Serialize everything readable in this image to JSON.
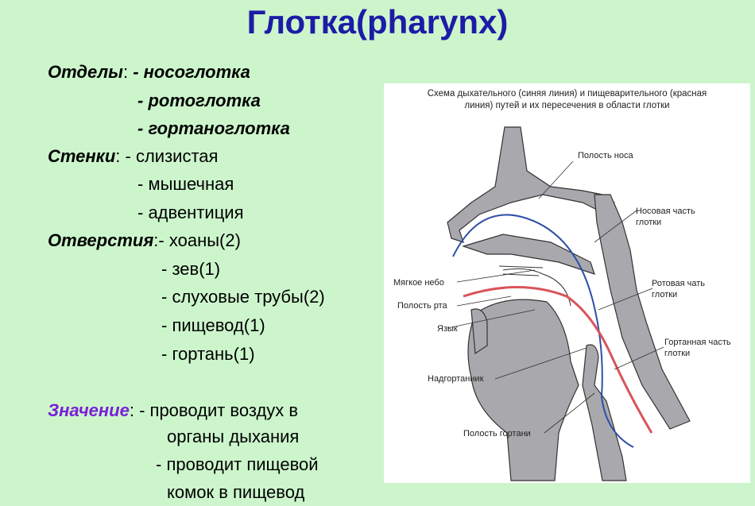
{
  "title": "Глотка(pharynx)",
  "sections": {
    "otdely": {
      "label": "Отделы",
      "items": [
        "- носоглотка",
        "- ротоглотка",
        "- гортаноглотка"
      ]
    },
    "stenki": {
      "label": "Стенки",
      "items": [
        "- слизистая",
        "- мышечная",
        "- адвентиция"
      ]
    },
    "otverstiya": {
      "label": "Отверстия",
      "items": [
        "- хоаны(2)",
        "- зев(1)",
        "- слуховые трубы(2)",
        "-  пищевод(1)",
        "- гортань(1)"
      ]
    },
    "znachenie": {
      "label": "Значение",
      "items": [
        "- проводит воздух в",
        "органы дыхания",
        "- проводит пищевой",
        "комок в пищевод"
      ]
    }
  },
  "diagram": {
    "caption_line1": "Схема дыхательного (синяя линия) и пищеварительного (красная",
    "caption_line2": "линия) путей и их пересечения в области глотки",
    "labels": {
      "nasal_cavity": "Полость носа",
      "nasopharynx_1": "Носовая часть",
      "nasopharynx_2": "глотки",
      "soft_palate": "Мягкое небо",
      "oral_cavity": "Полость рта",
      "tongue": "Язык",
      "oropharynx_1": "Ротовая чать",
      "oropharynx_2": "глотки",
      "laryngopharynx_1": "Гортанная часть",
      "laryngopharynx_2": "глотки",
      "epiglottis": "Надгортанник",
      "larynx_cavity": "Полость гортани"
    },
    "colors": {
      "airway": "#2f4fa8",
      "foodway": "#d9545a",
      "tissue": "#a9a9ad"
    }
  }
}
